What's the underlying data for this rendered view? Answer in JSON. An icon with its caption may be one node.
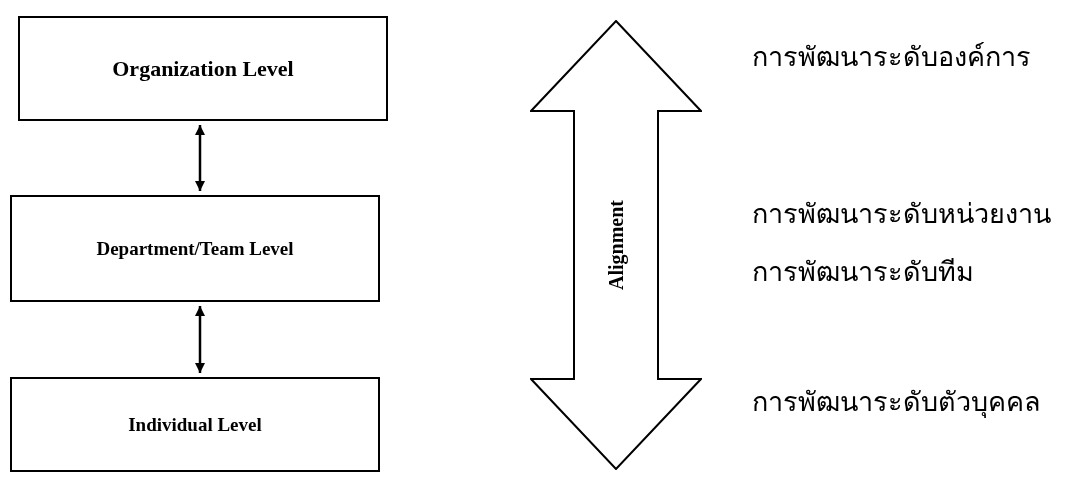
{
  "diagram": {
    "nodes": [
      {
        "text": [
          "Organization Level"
        ]
      },
      {
        "text": [
          "Department/Team Level"
        ]
      },
      {
        "text": [
          "Individual Level"
        ]
      },
      {
        "text": [
          "Alignment"
        ]
      }
    ],
    "edges": [
      {
        "from": 0,
        "to": 1,
        "arrow": "both"
      },
      {
        "from": 1,
        "to": 2,
        "arrow": "both"
      }
    ],
    "labels": [
      "การพัฒนาระดับองค์การ",
      "การพัฒนาระดับหน่วยงาน",
      "การพัฒนาระดับทีม",
      "การพัฒนาระดับตัวบุคคล"
    ]
  }
}
